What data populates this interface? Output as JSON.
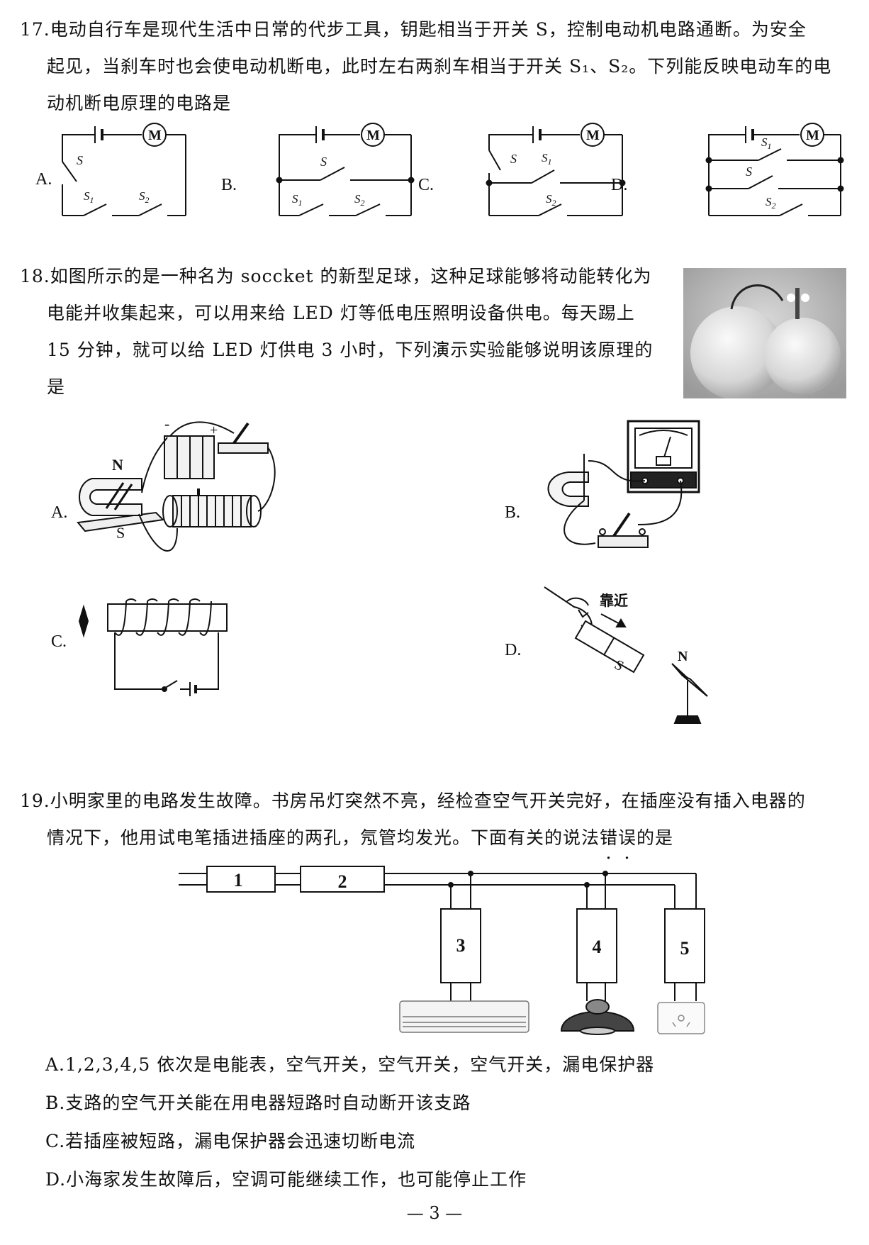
{
  "q17": {
    "line1": "17.电动自行车是现代生活中日常的代步工具，钥匙相当于开关 S，控制电动机电路通断。为安全",
    "line2": "起见，当刹车时也会使电动机断电，此时左右两刹车相当于开关 S₁、S₂。下列能反映电动车的电",
    "line3": "动机断电原理的电路是",
    "options": [
      "A.",
      "B.",
      "C.",
      "D."
    ],
    "labels": {
      "motor": "M",
      "s": "S",
      "s1": "S",
      "s1sub": "1",
      "s2": "S",
      "s2sub": "2"
    }
  },
  "q18": {
    "line1": "18.如图所示的是一种名为 soccket 的新型足球，这种足球能够将动能转化为",
    "line2": "电能并收集起来，可以用来给 LED 灯等低电压照明设备供电。每天踢上",
    "line3": "15 分钟，就可以给 LED 灯供电 3 小时，下列演示实验能够说明该原理的",
    "line4": "是",
    "options": [
      "A.",
      "B.",
      "C.",
      "D."
    ],
    "labels": {
      "n": "N",
      "s": "S",
      "minus": "-",
      "plus": "+",
      "approach": "靠近"
    }
  },
  "q19": {
    "line1": "19.小明家里的电路发生故障。书房吊灯突然不亮，经检查空气开关完好，在插座没有插入电器的",
    "line2_pre": "情况下，他用试电笔插进插座的两孔，氖管均发光。下面有关的说法",
    "line2_dot1": "错",
    "line2_dot2": "误",
    "line2_post": "的是",
    "boxes": [
      "1",
      "2",
      "3",
      "4",
      "5"
    ],
    "answers": [
      "A.1,2,3,4,5 依次是电能表，空气开关，空气开关，空气开关，漏电保护器",
      "B.支路的空气开关能在用电器短路时自动断开该支路",
      "C.若插座被短路，漏电保护器会迅速切断电流",
      "D.小海家发生故障后，空调可能继续工作，也可能停止工作"
    ]
  },
  "footer": "— 3 —"
}
